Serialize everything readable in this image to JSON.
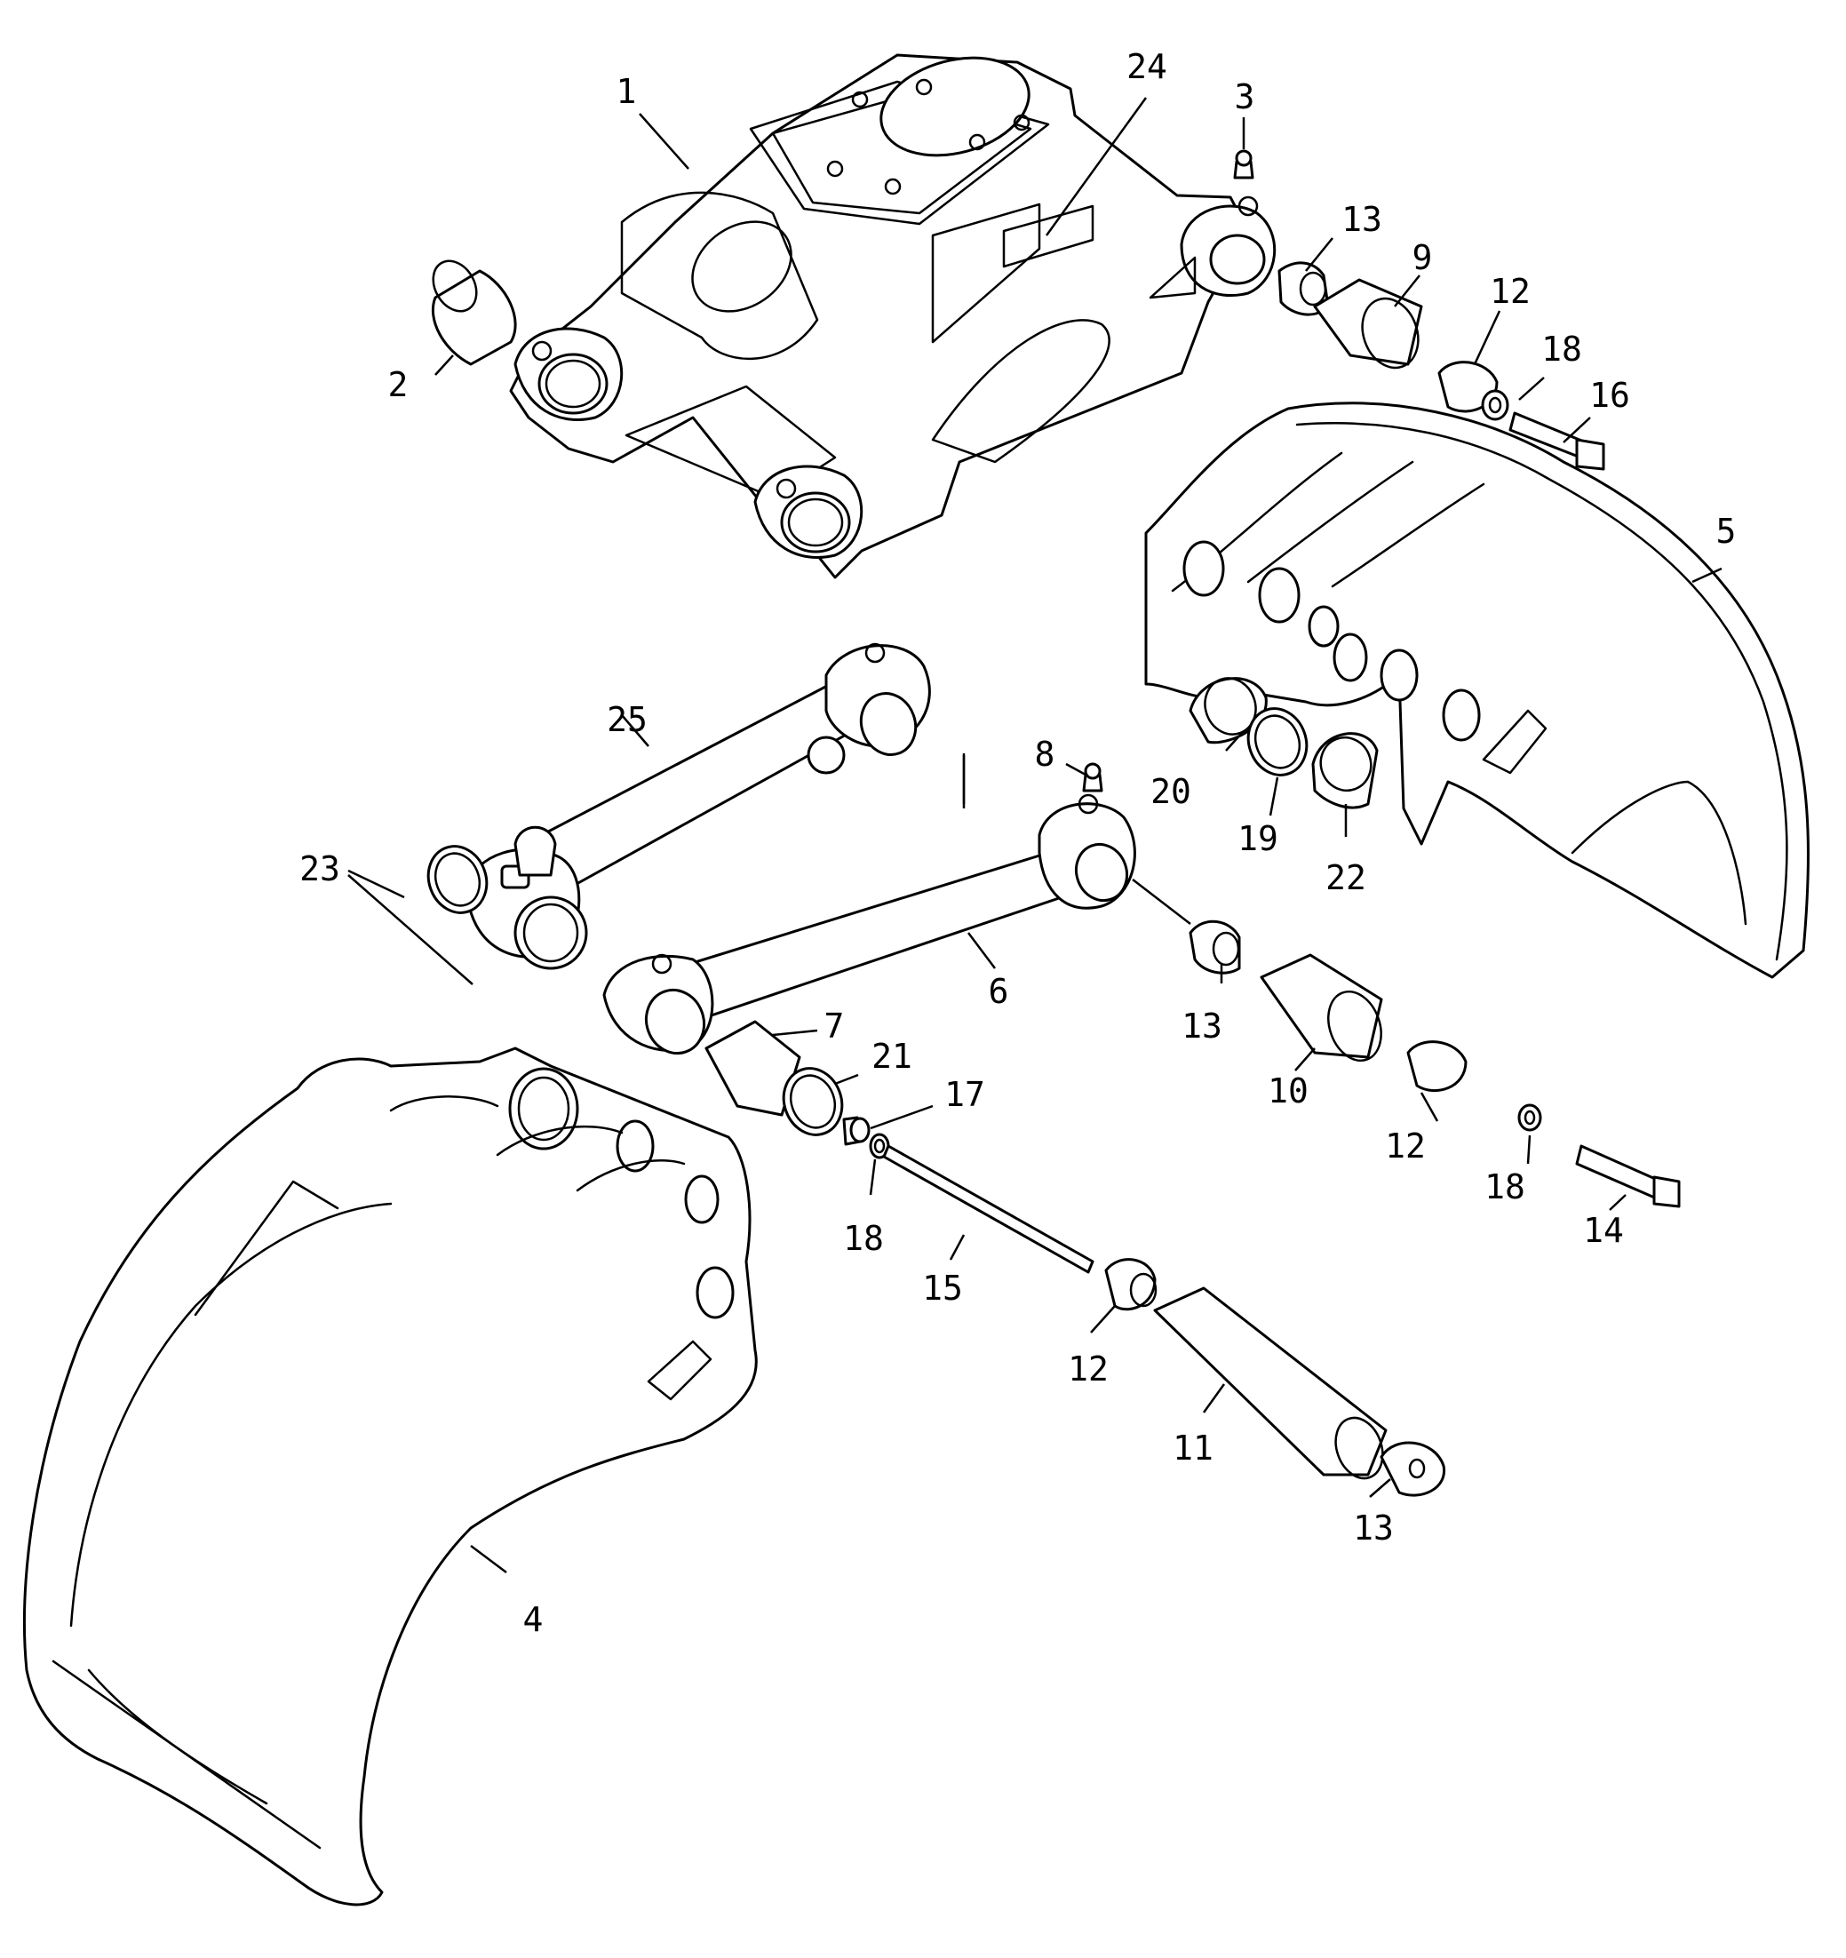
{
  "diagram": {
    "callouts": [
      "1",
      "2",
      "3",
      "4",
      "5",
      "6",
      "7",
      "8",
      "9",
      "10",
      "11",
      "12",
      "13",
      "14",
      "15",
      "16",
      "17",
      "18",
      "19",
      "20",
      "21",
      "22",
      "23",
      "24",
      "25"
    ],
    "repeat_callouts": [
      "12",
      "12",
      "12",
      "13",
      "13",
      "13",
      "18",
      "18"
    ]
  }
}
